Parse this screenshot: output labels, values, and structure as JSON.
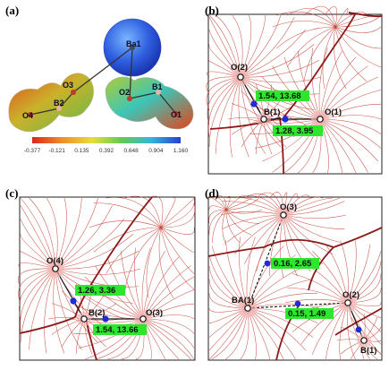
{
  "panels": {
    "a": {
      "label": "(a)",
      "atoms": {
        "ba1": "Ba1",
        "o3": "O3",
        "o2": "O2",
        "b1": "B1",
        "o4": "O4",
        "b2": "B2",
        "o1": "O1"
      },
      "colorbar_ticks": [
        "-0.377",
        "-0.121",
        "0.135",
        "0.392",
        "0.648",
        "0.904",
        "1.160"
      ]
    },
    "b": {
      "label": "(b)",
      "atoms": {
        "o2": "O(2)",
        "b1": "B(1)",
        "o1": "O(1)"
      },
      "values": [
        "1.54, 13.68",
        "1.28, 3.95"
      ]
    },
    "c": {
      "label": "(c)",
      "atoms": {
        "o4": "O(4)",
        "b2": "B(2)",
        "o3": "O(3)"
      },
      "values": [
        "1.26, 3.36",
        "1.54, 13.66"
      ]
    },
    "d": {
      "label": "(d)",
      "atoms": {
        "o3": "O(3)",
        "ba1": "BA(1)",
        "o2": "O(2)",
        "b1": "B(1)"
      },
      "values": [
        "0.16, 2.65",
        "0.15, 1.49"
      ]
    }
  },
  "colors": {
    "field_line": "#c0392b",
    "separatrix": "#8b1a1a",
    "critical_point": "#1f2bd6",
    "value_box": "#2ee62e",
    "atom_glow": "#f5b8b8"
  }
}
